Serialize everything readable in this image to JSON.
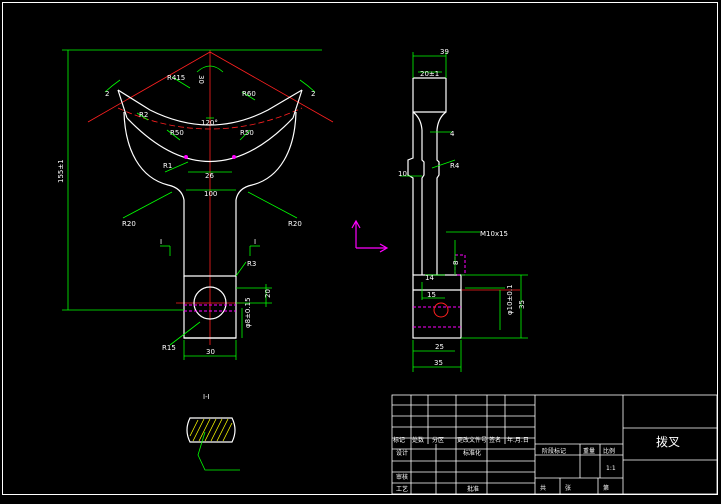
{
  "colors": {
    "background": "#000000",
    "outline": "#ffffff",
    "dimension": "#00ff00",
    "centerline": "#ff2020",
    "hidden": "#ff00ff",
    "hatch": "#ffff00",
    "ucs": "#ff00ff"
  },
  "front_view": {
    "radii": {
      "r_top": "R415",
      "r60_right": "R60",
      "r2_left": "R2",
      "r50_left": "R50",
      "r50_right": "R50",
      "r1": "R1",
      "r20_left": "R20",
      "r20_right": "R20",
      "r3": "R3",
      "r15": "R15"
    },
    "angles": {
      "a30": "30",
      "a120": "120°",
      "a2_left": "2",
      "a2_right": "2"
    },
    "dims": {
      "w26": "26",
      "w100": "100",
      "h20": "20",
      "w30": "30",
      "height": "155±1",
      "hole": "φ8±0.15"
    },
    "section_marks": [
      "I",
      "I"
    ]
  },
  "side_view": {
    "dims": {
      "w39": "39",
      "top": "20±1",
      "d4": "4",
      "r4": "R4",
      "d10": "10",
      "thread": "M10x15",
      "h14": "14",
      "d8": "8",
      "d15": "15",
      "d35v": "35",
      "hole": "φ10±0.1",
      "d25": "25",
      "d35": "35"
    }
  },
  "section_view": {
    "label": "I-I"
  },
  "title_block": {
    "part_name": "拨叉",
    "scale": "1:1",
    "headers": {
      "mark": "标记",
      "count": "处数",
      "zone": "分区",
      "doc": "更改文件号",
      "sign": "签名",
      "date": "年.月.日",
      "design": "设计",
      "standard": "标准化",
      "stage": "阶段标记",
      "weight": "重量",
      "ratio": "比例",
      "review": "审核",
      "process": "工艺",
      "approve": "批准",
      "sheets_total": "共",
      "sheets": "张",
      "sheet_no": "第"
    }
  }
}
